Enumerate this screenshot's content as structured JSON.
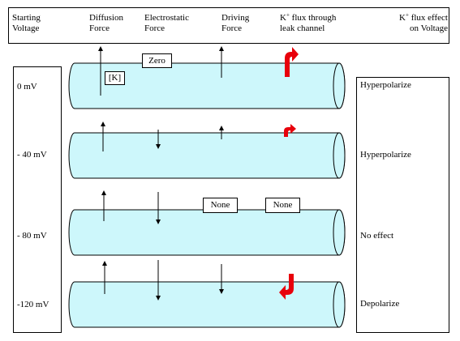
{
  "header": {
    "starting_voltage": [
      "Starting",
      "Voltage"
    ],
    "diffusion_force": [
      "Diffusion",
      "Force"
    ],
    "electrostatic_force": [
      "Electrostatic",
      "Force"
    ],
    "driving_force": [
      "Driving",
      "Force"
    ],
    "k_flux_channel": {
      "prefix": "K",
      "sup": "+",
      "line1_rest": " flux through",
      "line2": "leak channel"
    },
    "k_flux_effect": {
      "prefix": "K",
      "sup": "+",
      "line1_rest": " flux effect",
      "line2": "on Voltage"
    }
  },
  "rows": [
    {
      "voltage": "0 mV",
      "effect": "Hyperpolarize"
    },
    {
      "voltage": "- 40 mV",
      "effect": "Hyperpolarize"
    },
    {
      "voltage": "- 80 mV",
      "effect": "No effect"
    },
    {
      "voltage": "-120 mV",
      "effect": "Depolarize"
    }
  ],
  "tags": {
    "k_conc": "[K]",
    "zero": "Zero",
    "none_driving": "None",
    "none_flux": "None"
  },
  "colors": {
    "channel_fill": "#cdf7fb",
    "channel_stroke": "#000000",
    "flux_arrow": "#e8000b"
  }
}
